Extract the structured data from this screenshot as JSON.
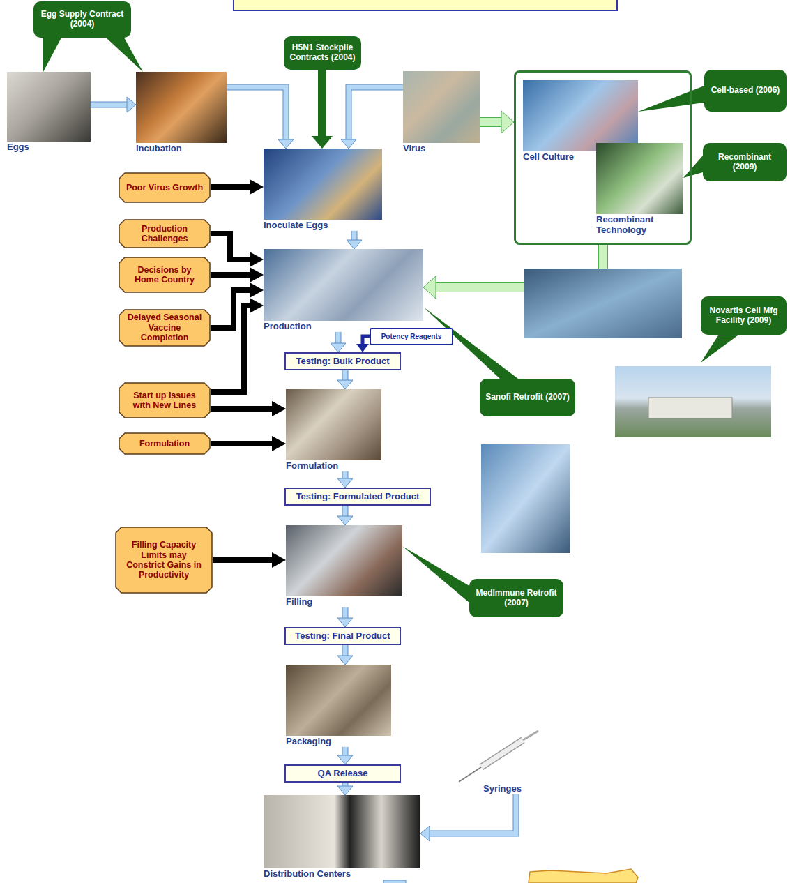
{
  "diagram": {
    "nodes": [
      {
        "text": [
          "Egg Supply Contract (2004)"
        ]
      },
      {
        "text": [
          "H5N1 Stockpile Contracts (2004)"
        ]
      },
      {
        "text": [
          "Eggs"
        ]
      },
      {
        "text": [
          "Incubation"
        ]
      },
      {
        "text": [
          "Virus"
        ]
      },
      {
        "text": []
      },
      {
        "text": [
          "Cell Culture"
        ],
        "in": 5
      },
      {
        "text": [
          "Recombinant Technology"
        ],
        "in": 5
      },
      {
        "text": [
          "Cell-based (2006)"
        ]
      },
      {
        "text": [
          "Recombinant (2009)"
        ]
      },
      {
        "text": [
          "Poor Virus Growth"
        ]
      },
      {
        "text": [
          "Inoculate Eggs"
        ]
      },
      {
        "text": [
          "Production Challenges"
        ]
      },
      {
        "text": [
          "Decisions by Home Country"
        ]
      },
      {
        "text": [
          "Delayed Seasonal Vaccine Completion"
        ]
      },
      {
        "text": [
          "Production"
        ]
      },
      {
        "text": [
          "Novartis Cell Mfg Facility (2009)"
        ]
      },
      {
        "text": [
          "Potency Reagents"
        ]
      },
      {
        "text": [
          "Testing: Bulk Product"
        ]
      },
      {
        "text": [
          "Sanofi Retrofit (2007)"
        ]
      },
      {
        "text": [
          "Start up Issues with New Lines"
        ]
      },
      {
        "text": [
          "Formulation"
        ]
      },
      {
        "text": [
          "Formulation"
        ]
      },
      {
        "text": [
          "Testing: Formulated Product"
        ]
      },
      {
        "text": [
          "Filling Capacity Limits may Constrict Gains in Productivity"
        ]
      },
      {
        "text": [
          "Filling"
        ]
      },
      {
        "text": [
          "MedImmune Retrofit (2007)"
        ]
      },
      {
        "text": [
          "Testing: Final Product"
        ]
      },
      {
        "text": [
          "Packaging"
        ]
      },
      {
        "text": [
          "QA Release"
        ]
      },
      {
        "text": [
          "Syringes"
        ]
      },
      {
        "text": [
          "Distribution Centers"
        ]
      }
    ],
    "edges": [
      {
        "from": 0,
        "to": 2,
        "arrow": "none"
      },
      {
        "from": 0,
        "to": 3,
        "arrow": "none"
      },
      {
        "from": 2,
        "to": 3,
        "arrow": "to"
      },
      {
        "from": 3,
        "to": 11,
        "arrow": "to"
      },
      {
        "from": 4,
        "to": 11,
        "arrow": "to"
      },
      {
        "from": 1,
        "to": 11,
        "arrow": "to"
      },
      {
        "from": 4,
        "to": 5,
        "arrow": "to"
      },
      {
        "from": 8,
        "to": 6,
        "arrow": "none"
      },
      {
        "from": 9,
        "to": 7,
        "arrow": "none"
      },
      {
        "from": 5,
        "to": 15,
        "arrow": "to"
      },
      {
        "from": 10,
        "to": 11,
        "arrow": "to"
      },
      {
        "from": 11,
        "to": 15,
        "arrow": "to"
      },
      {
        "from": 12,
        "to": 15,
        "arrow": "to"
      },
      {
        "from": 13,
        "to": 15,
        "arrow": "to"
      },
      {
        "from": 14,
        "to": 15,
        "arrow": "to"
      },
      {
        "from": 20,
        "to": 15,
        "arrow": "to"
      },
      {
        "from": 20,
        "to": 22,
        "arrow": "to"
      },
      {
        "from": 21,
        "to": 22,
        "arrow": "to"
      },
      {
        "from": 15,
        "to": 18,
        "arrow": "to"
      },
      {
        "from": 17,
        "to": 18,
        "arrow": "to"
      },
      {
        "from": 19,
        "to": 15,
        "arrow": "none"
      },
      {
        "from": 18,
        "to": 22,
        "arrow": "to"
      },
      {
        "from": 22,
        "to": 23,
        "arrow": "to"
      },
      {
        "from": 23,
        "to": 25,
        "arrow": "to"
      },
      {
        "from": 24,
        "to": 25,
        "arrow": "to"
      },
      {
        "from": 26,
        "to": 25,
        "arrow": "none"
      },
      {
        "from": 25,
        "to": 27,
        "arrow": "to"
      },
      {
        "from": 27,
        "to": 28,
        "arrow": "to"
      },
      {
        "from": 28,
        "to": 29,
        "arrow": "to"
      },
      {
        "from": 29,
        "to": 31,
        "arrow": "to"
      },
      {
        "from": 30,
        "to": 31,
        "arrow": "to"
      }
    ]
  }
}
